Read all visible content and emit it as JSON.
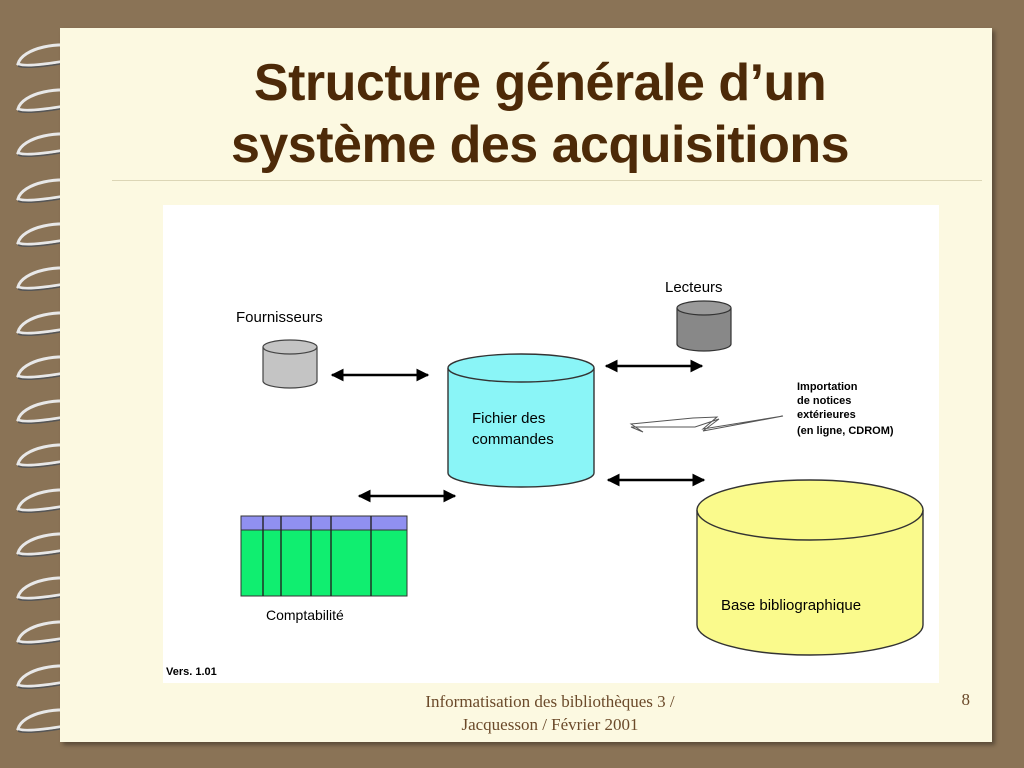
{
  "slide": {
    "title_line1": "Structure générale d’un",
    "title_line2": "système des acquisitions",
    "footer_line1": "Informatisation des bibliothèques 3 /",
    "footer_line2": "Jacquesson / Février 2001",
    "page_number": "8"
  },
  "diagram": {
    "nodes": {
      "fournisseurs": "Fournisseurs",
      "lecteurs": "Lecteurs",
      "fichier_line1": "Fichier des",
      "fichier_line2": "commandes",
      "comptabilite": "Comptabilité",
      "base": "Base bibliographique"
    },
    "importation": {
      "line1": "Importation",
      "line2": "de notices",
      "line3": "extérieures",
      "line4": "(en ligne, CDROM)"
    },
    "version": "Vers. 1.01"
  },
  "colors": {
    "page": "#fcf9e1",
    "background": "#8a7356",
    "title": "#4d2a08",
    "fichier_cylinder": "#8af5f7",
    "base_cylinder": "#fafa8c",
    "comptabilite_header": "#9090f0",
    "comptabilite_body": "#10ee70",
    "grey_cylinder": "#c4c4c4",
    "dark_cylinder": "#888888"
  }
}
